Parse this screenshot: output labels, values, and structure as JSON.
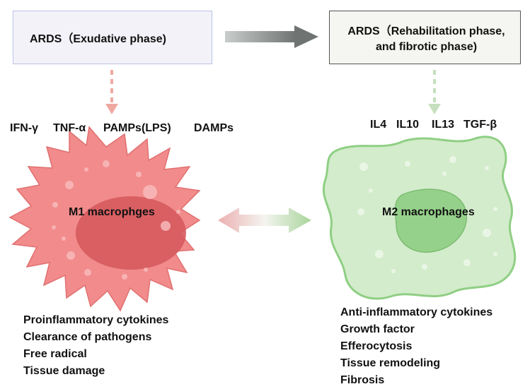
{
  "phases": {
    "exudative": "ARDS（Exudative phase)",
    "rehab_line1": "ARDS（Rehabilitation phase,",
    "rehab_line2": "and fibrotic phase)"
  },
  "m1": {
    "inducers": [
      "IFN-γ",
      "TNF-α",
      "PAMPs(LPS)",
      "DAMPs"
    ],
    "label": "M1 macrophges",
    "functions": [
      "Proinflammatory cytokines",
      "Clearance of pathogens",
      "Free radical",
      "Tissue damage"
    ]
  },
  "m2": {
    "inducers": [
      "IL4",
      "IL10",
      "IL13",
      "TGF-β"
    ],
    "label": "M2 macrophages",
    "functions": [
      "Anti-inflammatory cytokines",
      "Growth factor",
      "Efferocytosis",
      "Tissue remodeling",
      "Fibrosis"
    ]
  },
  "colors": {
    "m1_cell": "#f28b8b",
    "m1_nucleus": "#d65a5e",
    "m2_cell": "#d3eccb",
    "m2_nucleus": "#8fcf84",
    "transition_arrow": "#7b807f"
  }
}
